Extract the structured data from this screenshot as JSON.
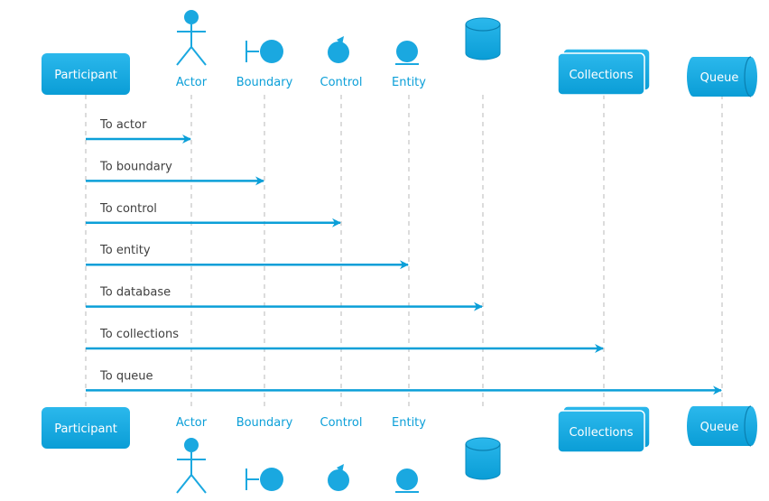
{
  "participants": [
    {
      "id": "participant",
      "kind": "participant",
      "label": "Participant"
    },
    {
      "id": "actor",
      "kind": "actor",
      "label": "Actor"
    },
    {
      "id": "boundary",
      "kind": "boundary",
      "label": "Boundary"
    },
    {
      "id": "control",
      "kind": "control",
      "label": "Control"
    },
    {
      "id": "entity",
      "kind": "entity",
      "label": "Entity"
    },
    {
      "id": "database",
      "kind": "database",
      "label": ""
    },
    {
      "id": "collections",
      "kind": "collections",
      "label": "Collections"
    },
    {
      "id": "queue",
      "kind": "queue",
      "label": "Queue"
    }
  ],
  "messages": [
    {
      "from": "participant",
      "to": "actor",
      "label": "To actor"
    },
    {
      "from": "participant",
      "to": "boundary",
      "label": "To boundary"
    },
    {
      "from": "participant",
      "to": "control",
      "label": "To control"
    },
    {
      "from": "participant",
      "to": "entity",
      "label": "To entity"
    },
    {
      "from": "participant",
      "to": "database",
      "label": "To database"
    },
    {
      "from": "participant",
      "to": "collections",
      "label": "To collections"
    },
    {
      "from": "participant",
      "to": "queue",
      "label": "To queue"
    }
  ],
  "colors": {
    "accent": "#0b9fd8",
    "fill_light": "#2bb8ec",
    "fill_dark": "#0a9dd6",
    "lifeline": "#b8b8b8",
    "message_text": "#3f3f3f"
  }
}
